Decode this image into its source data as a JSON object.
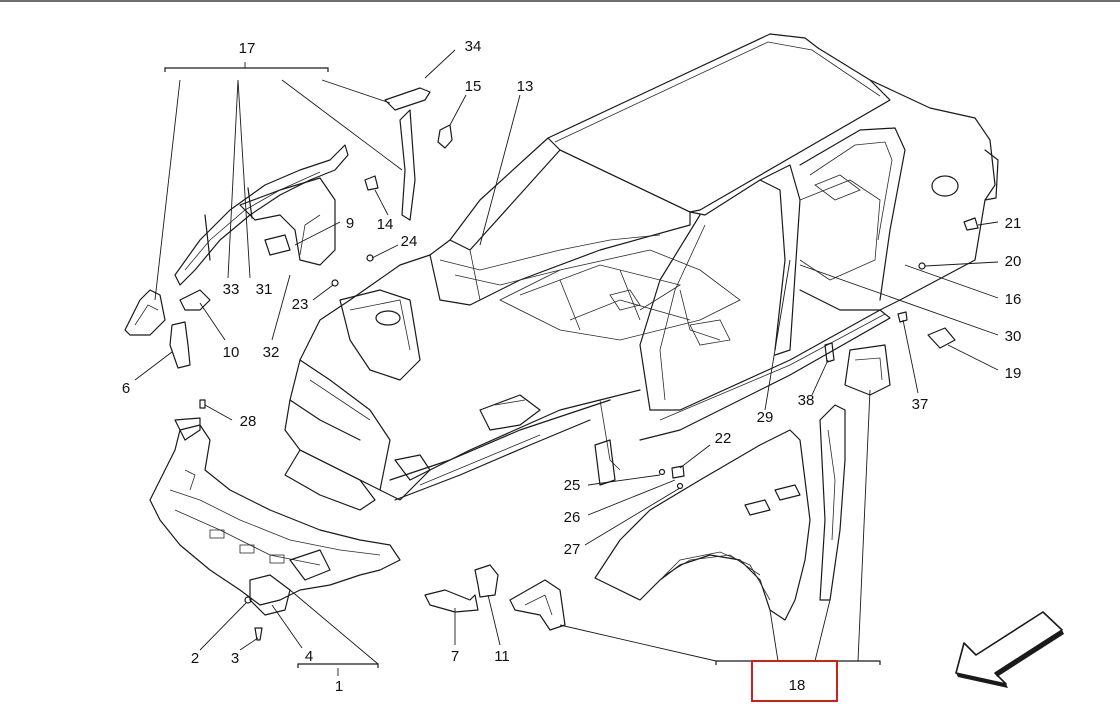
{
  "callouts": [
    {
      "id": "c1",
      "text": "1"
    },
    {
      "id": "c2",
      "text": "2"
    },
    {
      "id": "c3",
      "text": "3"
    },
    {
      "id": "c4",
      "text": "4"
    },
    {
      "id": "c6",
      "text": "6"
    },
    {
      "id": "c7",
      "text": "7"
    },
    {
      "id": "c9",
      "text": "9"
    },
    {
      "id": "c10",
      "text": "10"
    },
    {
      "id": "c11",
      "text": "11"
    },
    {
      "id": "c13",
      "text": "13"
    },
    {
      "id": "c14",
      "text": "14"
    },
    {
      "id": "c15",
      "text": "15"
    },
    {
      "id": "c16",
      "text": "16"
    },
    {
      "id": "c17",
      "text": "17"
    },
    {
      "id": "c18",
      "text": "18"
    },
    {
      "id": "c19",
      "text": "19"
    },
    {
      "id": "c20",
      "text": "20"
    },
    {
      "id": "c21",
      "text": "21"
    },
    {
      "id": "c22",
      "text": "22"
    },
    {
      "id": "c23",
      "text": "23"
    },
    {
      "id": "c24",
      "text": "24"
    },
    {
      "id": "c25",
      "text": "25"
    },
    {
      "id": "c26",
      "text": "26"
    },
    {
      "id": "c27",
      "text": "27"
    },
    {
      "id": "c28",
      "text": "28"
    },
    {
      "id": "c29",
      "text": "29"
    },
    {
      "id": "c30",
      "text": "30"
    },
    {
      "id": "c31",
      "text": "31"
    },
    {
      "id": "c32",
      "text": "32"
    },
    {
      "id": "c33",
      "text": "33"
    },
    {
      "id": "c34",
      "text": "34"
    },
    {
      "id": "c37",
      "text": "37"
    },
    {
      "id": "c38",
      "text": "38"
    }
  ],
  "highlight": {
    "label": "18",
    "color": "#d0201a"
  },
  "direction_arrow": {
    "icon": "direction-arrow-icon"
  },
  "colors": {
    "line": "#1a1a1a",
    "highlight": "#d0201a",
    "background": "#ffffff"
  }
}
